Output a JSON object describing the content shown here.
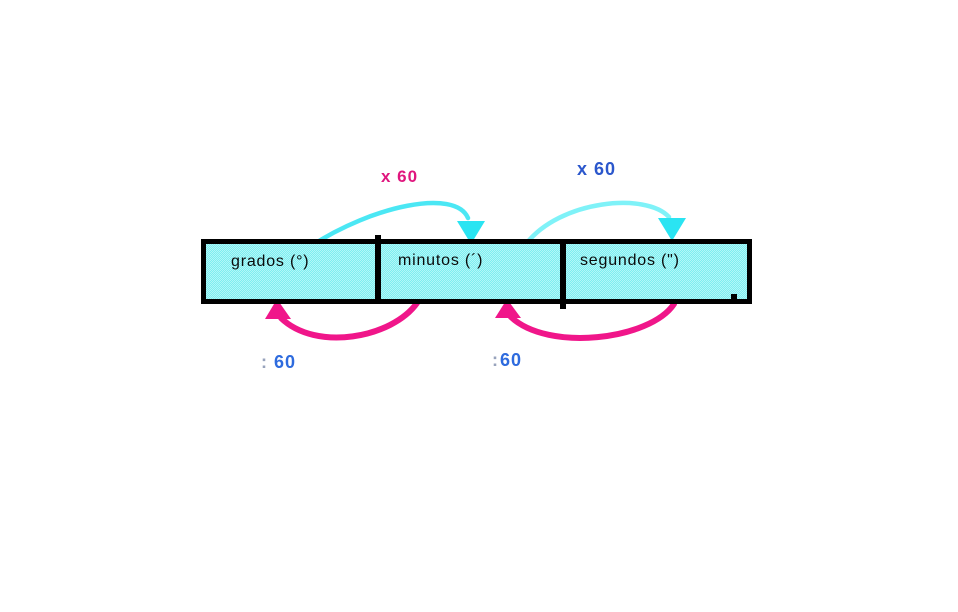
{
  "page": {
    "background_color": "#ffffff"
  },
  "diagram": {
    "bar": {
      "fill_color": "#93f2f3",
      "border_color": "#000000",
      "cells": [
        {
          "label": "grados (°)"
        },
        {
          "label": "minutos (´)"
        },
        {
          "label": "segundos (\")"
        }
      ]
    },
    "top_conversions": {
      "left": {
        "label": "x 60",
        "label_color": "#e0167e",
        "arrow_color": "#4be7f4",
        "direction": "grados → minutos"
      },
      "right": {
        "label": "x 60",
        "label_color": "#2b57cc",
        "arrow_color": "#7ff2f8",
        "direction": "minutos → segundos"
      }
    },
    "bottom_conversions": {
      "left": {
        "colon": ":",
        "value": "60",
        "label_color": "#2e6bde",
        "arrow_color": "#f0168a",
        "direction": "minutos → grados"
      },
      "right": {
        "colon": ":",
        "value": "60",
        "label_color": "#2e6bde",
        "arrow_color": "#f0168a",
        "direction": "segundos → minutos"
      }
    }
  }
}
